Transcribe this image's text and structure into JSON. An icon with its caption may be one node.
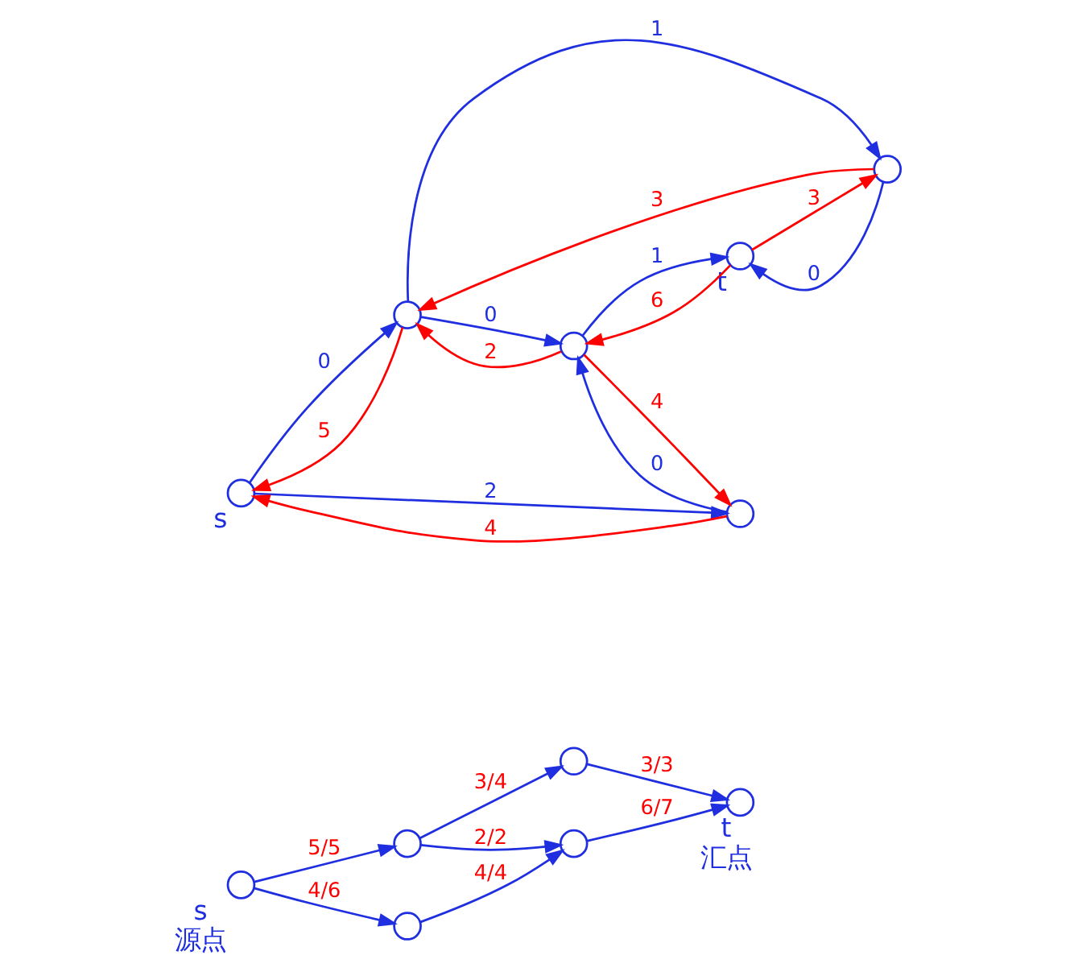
{
  "diagram": {
    "nodes": [
      {
        "text": [],
        "shape": "circle",
        "beside": [
          "s",
          "源点"
        ]
      },
      {
        "text": [],
        "shape": "circle"
      },
      {
        "text": [],
        "shape": "circle"
      },
      {
        "text": [],
        "shape": "circle"
      },
      {
        "text": [],
        "shape": "circle"
      },
      {
        "text": [],
        "shape": "circle",
        "beside": [
          "t",
          "汇点"
        ]
      },
      {
        "text": [],
        "shape": "circle",
        "beside": [
          "s"
        ]
      },
      {
        "text": [],
        "shape": "circle"
      },
      {
        "text": [],
        "shape": "circle"
      },
      {
        "text": [],
        "shape": "circle"
      },
      {
        "text": [],
        "shape": "circle"
      },
      {
        "text": [],
        "shape": "circle",
        "beside": [
          "t"
        ]
      }
    ],
    "edges": [
      {
        "from": 0,
        "to": 1,
        "arrow": "to",
        "label": "5/5"
      },
      {
        "from": 1,
        "to": 2,
        "arrow": "to",
        "label": "3/4"
      },
      {
        "from": 2,
        "to": 5,
        "arrow": "to",
        "label": "3/3"
      },
      {
        "from": 1,
        "to": 4,
        "arrow": "to",
        "label": "2/2"
      },
      {
        "from": 0,
        "to": 3,
        "arrow": "to",
        "label": "4/6"
      },
      {
        "from": 3,
        "to": 4,
        "arrow": "to",
        "label": "4/4"
      },
      {
        "from": 4,
        "to": 5,
        "arrow": "to",
        "label": "6/7"
      },
      {
        "from": 6,
        "to": 7,
        "arrow": "to",
        "label": "0"
      },
      {
        "from": 7,
        "to": 8,
        "arrow": "to",
        "label": "1"
      },
      {
        "from": 8,
        "to": 11,
        "arrow": "to",
        "label": "0"
      },
      {
        "from": 7,
        "to": 10,
        "arrow": "to",
        "label": "0"
      },
      {
        "from": 6,
        "to": 9,
        "arrow": "to",
        "label": "2"
      },
      {
        "from": 9,
        "to": 10,
        "arrow": "to",
        "label": "0"
      },
      {
        "from": 10,
        "to": 11,
        "arrow": "to",
        "label": "1"
      },
      {
        "from": 7,
        "to": 6,
        "arrow": "to",
        "label": "5",
        "color": "#ff0000"
      },
      {
        "from": 8,
        "to": 7,
        "arrow": "to",
        "label": "3",
        "color": "#ff0000"
      },
      {
        "from": 11,
        "to": 8,
        "arrow": "to",
        "label": "3",
        "color": "#ff0000"
      },
      {
        "from": 10,
        "to": 7,
        "arrow": "to",
        "label": "2",
        "color": "#ff0000"
      },
      {
        "from": 9,
        "to": 6,
        "arrow": "to",
        "label": "4",
        "color": "#ff0000"
      },
      {
        "from": 10,
        "to": 9,
        "arrow": "to",
        "label": "4",
        "color": "#ff0000"
      },
      {
        "from": 11,
        "to": 10,
        "arrow": "to",
        "label": "6",
        "color": "#ff0000"
      }
    ]
  }
}
